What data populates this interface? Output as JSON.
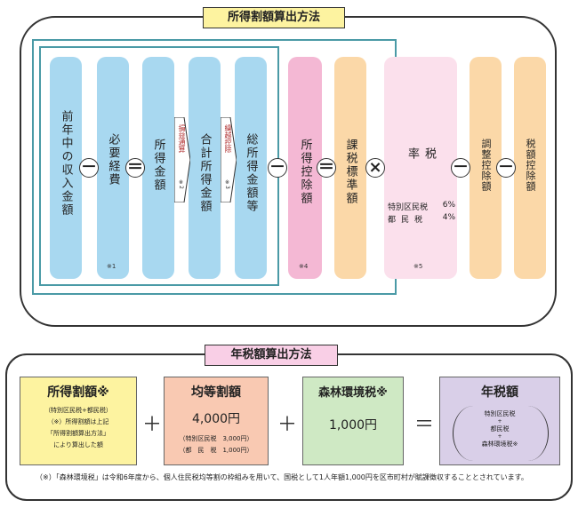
{
  "top": {
    "title": "所得割額算出方法",
    "cols": [
      {
        "label": "前年中の収入金額"
      },
      {
        "label": "必要経費",
        "note": "※1"
      },
      {
        "label": "所得金額"
      },
      {
        "label": "合計所得金額"
      },
      {
        "label": "総所得金額等"
      },
      {
        "label": "所得控除額",
        "note": "※4"
      },
      {
        "label": "課税標準額"
      },
      {
        "label": "税率",
        "note": "※5"
      },
      {
        "label": "調整控除額"
      },
      {
        "label": "税額控除額"
      }
    ],
    "arrows": [
      {
        "label": "損益通算",
        "note": "※2"
      },
      {
        "label": "繰越控除",
        "note": "※3"
      }
    ],
    "ops": [
      "－",
      "＝",
      "－",
      "＝",
      "×",
      "－",
      "－"
    ],
    "rates": [
      {
        "name": "特別区民税",
        "rate": "6%"
      },
      {
        "name": "都民税",
        "rate": "4%"
      }
    ]
  },
  "bottom": {
    "title": "年税額算出方法",
    "box1": {
      "title": "所得割額※",
      "lines": [
        "（特別区民税+都民税）",
        "（※）所得割額は上記",
        "「所得割額算出方法」",
        "により算出した額"
      ]
    },
    "box2": {
      "title": "均等割額",
      "amount": "4,000円",
      "lines": [
        "（特別区民税　3,000円）",
        "（都　民　税　1,000円）"
      ]
    },
    "box3": {
      "title": "森林環境税※",
      "amount": "1,000円"
    },
    "box4": {
      "title": "年税額",
      "items": [
        "特別区民税",
        "+",
        "都民税",
        "+",
        "森林環境税※"
      ]
    },
    "ops": [
      "＋",
      "＋",
      "＝"
    ],
    "footnote": "（※）「森林環境税」は令和6年度から、個人住民税均等割の枠組みを用いて、国税として1人年額1,000円を区市町村が賦課徴収することとされています。"
  },
  "colors": {
    "blue": "#a8d8f0",
    "pink": "#f4b8d4",
    "orange": "#fbd8a8",
    "lightpink": "#fbe0ec",
    "yellow": "#fdf3a0",
    "salmon": "#f9c9b2",
    "green": "#cfe9c4",
    "purple": "#d9cfe8",
    "teal": "#4a9aa6"
  }
}
